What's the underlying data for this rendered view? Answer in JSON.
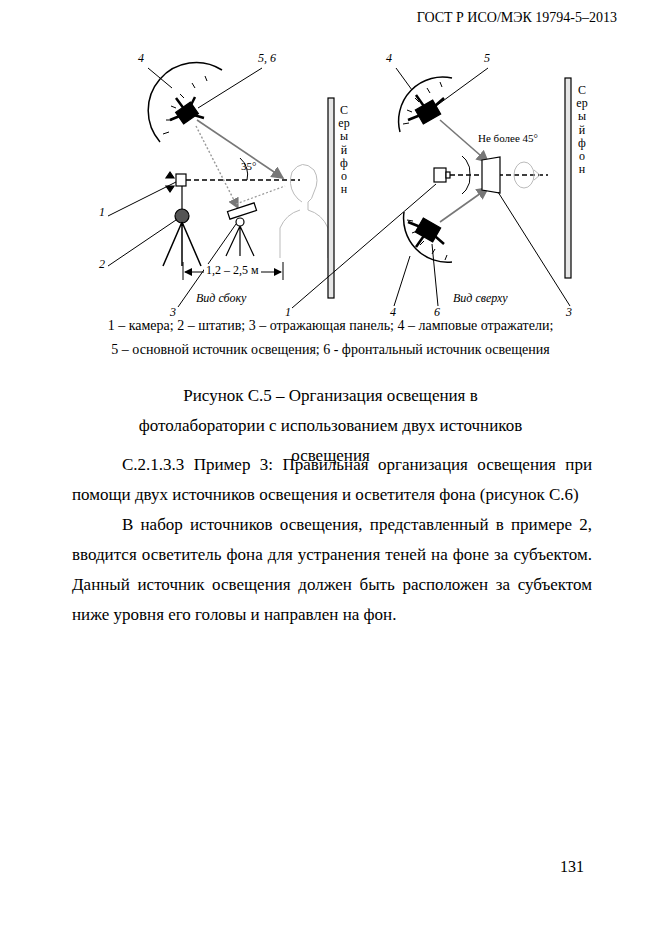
{
  "diagram": {
    "caption": "Рисунок С.5 – Организация освещения в фотолаборатории с использованием двух источников освещения",
    "labels": [
      "ГОСТ Р ИСО/МЭК 19794-5–2013",
      "4",
      "5, 6",
      "35°",
      "Серый фон",
      "1",
      "2",
      "3",
      "1,2 – 2,5 м",
      "Вид сбоку",
      "4",
      "5",
      "Не более 45°",
      "Серый фон",
      "4",
      "6",
      "3",
      "1",
      "Вид сверху",
      "1 – камера; 2 – штатив; 3 – отражающая панель; 4 – ламповые отражатели;",
      "5 – основной источник освещения; 6 - фронтальный источник освещения",
      "С.2.1.3.3 Пример 3: Правильная организация освещения при помощи двух источников освещения и осветителя фона (рисунок С.6)",
      "В набор источников освещения, представленный в примере 2, вводится осветитель фона для устранения теней на фоне за субъектом. Данный источник освещения должен быть расположен за субъектом ниже уровня его головы и направлен на фон.",
      "131"
    ]
  }
}
